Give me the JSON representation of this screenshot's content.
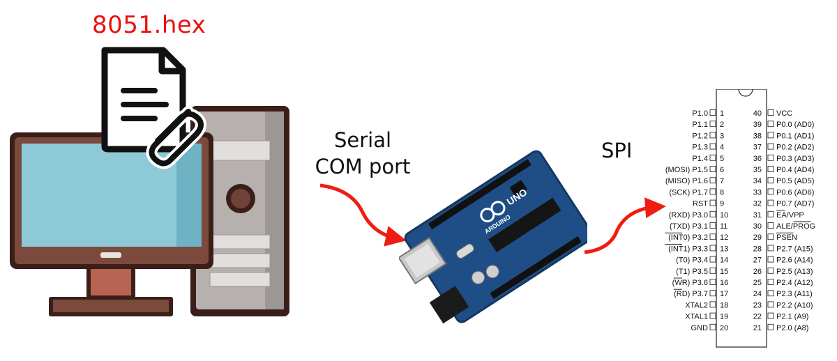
{
  "file_label": "8051.hex",
  "serial_label_line1": "Serial",
  "serial_label_line2": "COM port",
  "spi_label": "SPI",
  "board": {
    "brand": "ARDUINO",
    "model": "UNO"
  },
  "chip": {
    "left_pins": [
      {
        "name": "P1.0",
        "num": "1"
      },
      {
        "name": "P1.1",
        "num": "2"
      },
      {
        "name": "P1.2",
        "num": "3"
      },
      {
        "name": "P1.3",
        "num": "4"
      },
      {
        "name": "P1.4",
        "num": "5"
      },
      {
        "name": "(MOSI) P1.5",
        "num": "6"
      },
      {
        "name": "(MISO) P1.6",
        "num": "7"
      },
      {
        "name": "(SCK) P1.7",
        "num": "8"
      },
      {
        "name": "RST",
        "num": "9"
      },
      {
        "name": "(RXD) P3.0",
        "num": "10"
      },
      {
        "name": "(TXD) P3.1",
        "num": "11"
      },
      {
        "name": "(INT0) P3.2",
        "num": "12"
      },
      {
        "name": "(INT1) P3.3",
        "num": "13"
      },
      {
        "name": "(T0) P3.4",
        "num": "14"
      },
      {
        "name": "(T1) P3.5",
        "num": "15"
      },
      {
        "name": "(WR) P3.6",
        "num": "16"
      },
      {
        "name": "(RD) P3.7",
        "num": "17"
      },
      {
        "name": "XTAL2",
        "num": "18"
      },
      {
        "name": "XTAL1",
        "num": "19"
      },
      {
        "name": "GND",
        "num": "20"
      }
    ],
    "right_pins": [
      {
        "name": "VCC",
        "num": "40"
      },
      {
        "name": "P0.0 (AD0)",
        "num": "39"
      },
      {
        "name": "P0.1 (AD1)",
        "num": "38"
      },
      {
        "name": "P0.2 (AD2)",
        "num": "37"
      },
      {
        "name": "P0.3 (AD3)",
        "num": "36"
      },
      {
        "name": "P0.4 (AD4)",
        "num": "35"
      },
      {
        "name": "P0.5 (AD5)",
        "num": "34"
      },
      {
        "name": "P0.6 (AD6)",
        "num": "33"
      },
      {
        "name": "P0.7 (AD7)",
        "num": "32"
      },
      {
        "name": "EA/VPP",
        "num": "31"
      },
      {
        "name": "ALE/PROG",
        "num": "30"
      },
      {
        "name": "PSEN",
        "num": "29"
      },
      {
        "name": "P2.7 (A15)",
        "num": "28"
      },
      {
        "name": "P2.6 (A14)",
        "num": "27"
      },
      {
        "name": "P2.5 (A13)",
        "num": "26"
      },
      {
        "name": "P2.4 (A12)",
        "num": "25"
      },
      {
        "name": "P2.3 (A11)",
        "num": "24"
      },
      {
        "name": "P2.2 (A10)",
        "num": "23"
      },
      {
        "name": "P2.1 (A9)",
        "num": "22"
      },
      {
        "name": "P2.0 (A8)",
        "num": "21"
      }
    ]
  },
  "colors": {
    "arrow": "#ee1c12",
    "file_label": "#e8110f",
    "monitor_frame": "#7b4a3c",
    "monitor_screen": "#8cc8d8",
    "tower_body": "#b8b3b0",
    "board_blue": "#1f4e86"
  },
  "icons": [
    "computer-icon",
    "document-icon",
    "paperclip-icon",
    "arduino-board",
    "chip-8051"
  ]
}
